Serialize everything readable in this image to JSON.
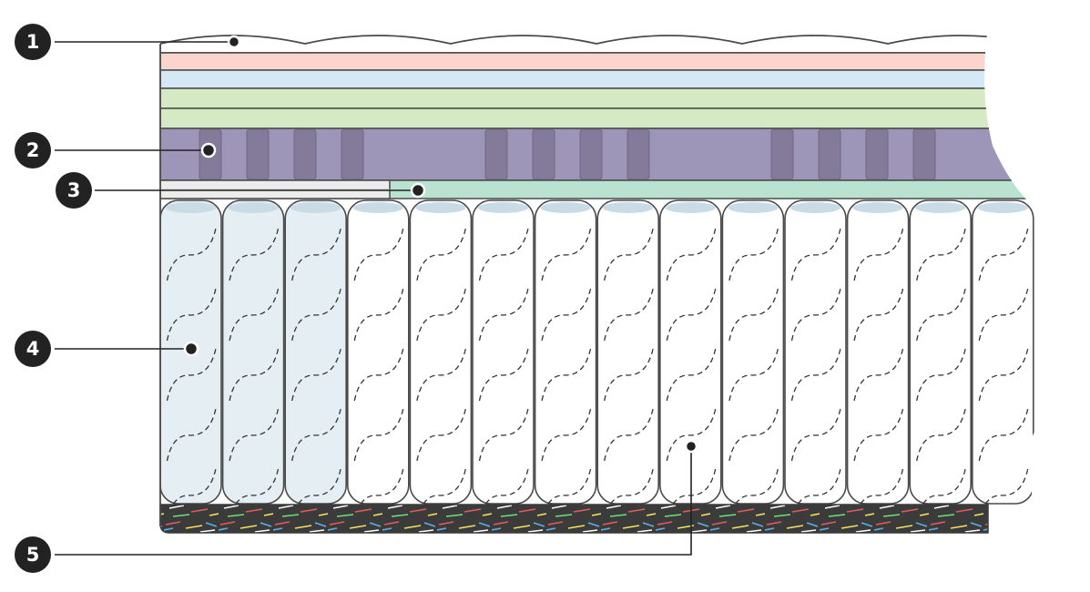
{
  "callouts": [
    {
      "id": "cover",
      "label": "1"
    },
    {
      "id": "comfort",
      "label": "2"
    },
    {
      "id": "transition",
      "label": "3"
    },
    {
      "id": "edge-coils",
      "label": "4"
    },
    {
      "id": "base",
      "label": "5"
    }
  ],
  "colors": {
    "ink": "#222222",
    "outline": "#4a4a4a",
    "cover": "#ffffff",
    "layer_pink": "#f9d5cd",
    "layer_blue": "#d4e9f5",
    "layer_green": "#d5e9c5",
    "layer_purple": "#9e96b8",
    "purple_block": "#837b99",
    "layer_mint": "#b9e2d0",
    "layer_light_gray": "#ececec",
    "edge_coil": "#e4eef3",
    "coil": "#ffffff",
    "coil_cap": "#c9dce6",
    "base_felt": "#3b3b3b"
  },
  "coils": {
    "count": 14,
    "edge_count": 3
  },
  "purple_blocks": {
    "groups": 3,
    "per_group": 4
  }
}
